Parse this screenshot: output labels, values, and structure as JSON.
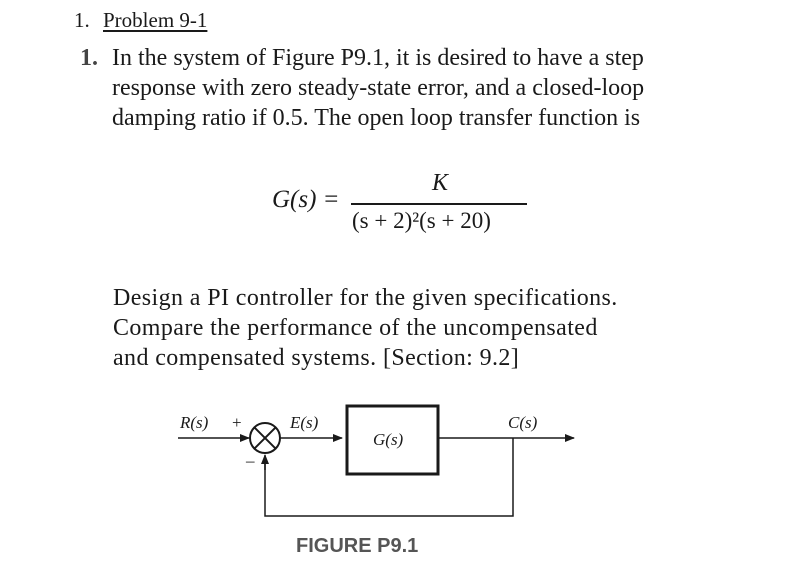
{
  "header": {
    "number": "1.",
    "title": "Problem 9-1"
  },
  "question": {
    "number": "1.",
    "line1": "In the system of Figure P9.1, it is desired to have a step",
    "line2": "response with zero steady-state error, and a closed-loop",
    "line3": "damping ratio if 0.5. The open loop transfer function is"
  },
  "equation": {
    "lhs": "G(s) =",
    "numerator": "K",
    "denominator": "(s + 2)²(s + 20)"
  },
  "design": {
    "line1": "Design a PI controller for the given specifications.",
    "line2": "Compare the performance of the uncompensated",
    "line3": "and compensated systems. [Section: 9.2]"
  },
  "diagram": {
    "input_label": "R(s)",
    "plus_sign": "+",
    "minus_sign": "–",
    "error_label": "E(s)",
    "block_label": "G(s)",
    "output_label": "C(s)"
  },
  "figure_caption": "FIGURE P9.1"
}
